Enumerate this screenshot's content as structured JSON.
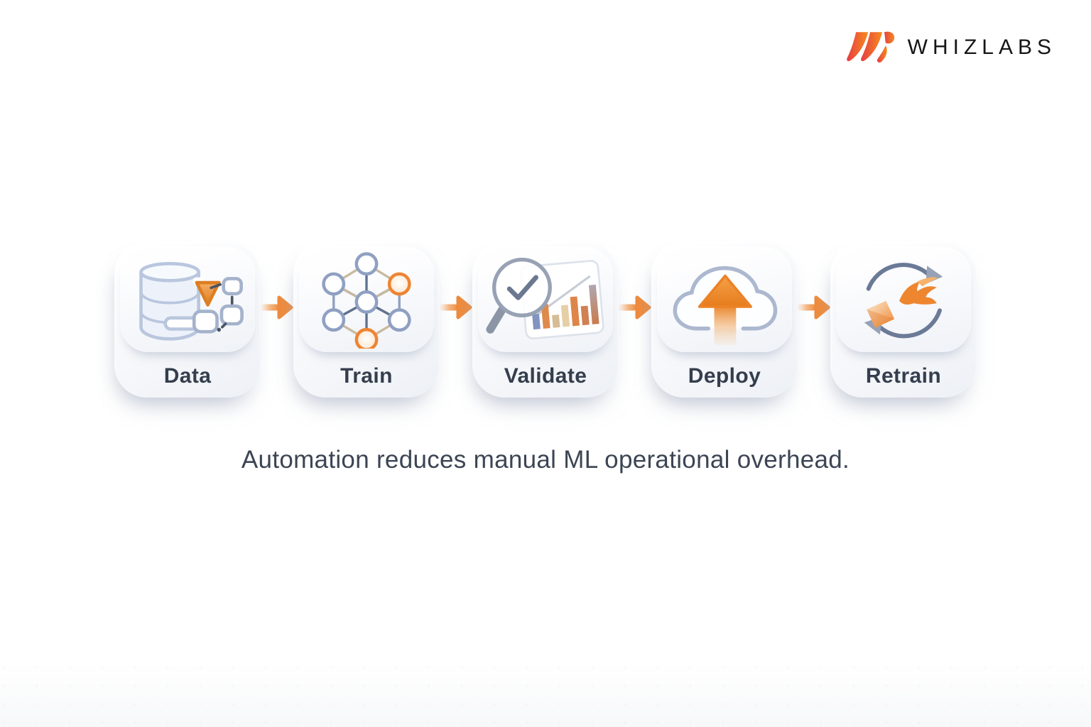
{
  "brand": {
    "name": "WHIZLABS"
  },
  "pipeline": {
    "steps": [
      {
        "label": "Data",
        "icon": "database-filter-icon"
      },
      {
        "label": "Train",
        "icon": "neural-network-icon"
      },
      {
        "label": "Validate",
        "icon": "magnifier-check-chart-icon"
      },
      {
        "label": "Deploy",
        "icon": "cloud-upload-icon"
      },
      {
        "label": "Retrain",
        "icon": "refresh-cycle-icon"
      }
    ],
    "connector_icon": "flow-arrow-icon"
  },
  "caption": {
    "text": "Automation reduces manual ML operational overhead."
  },
  "colors": {
    "accent_orange": "#EE8630",
    "arrow_orange": "#F08B3B",
    "funnel_orange_dark": "#DD7E22",
    "node_slate": "#8FA0C2",
    "edge_dark_slate": "#5F7190",
    "edge_tan": "#C9BAA0",
    "cloud_stroke": "#ACB8CF",
    "cycle_stroke": "#6B7A96",
    "cycle_arrowhead": "#97A2B6",
    "magnifier_stroke": "#97A2B4",
    "bar_blue": "#8193C0",
    "label_text": "#353E4D",
    "caption_text": "#3C4554",
    "logo_red": "#E63E42",
    "logo_orange": "#F58A1F"
  }
}
